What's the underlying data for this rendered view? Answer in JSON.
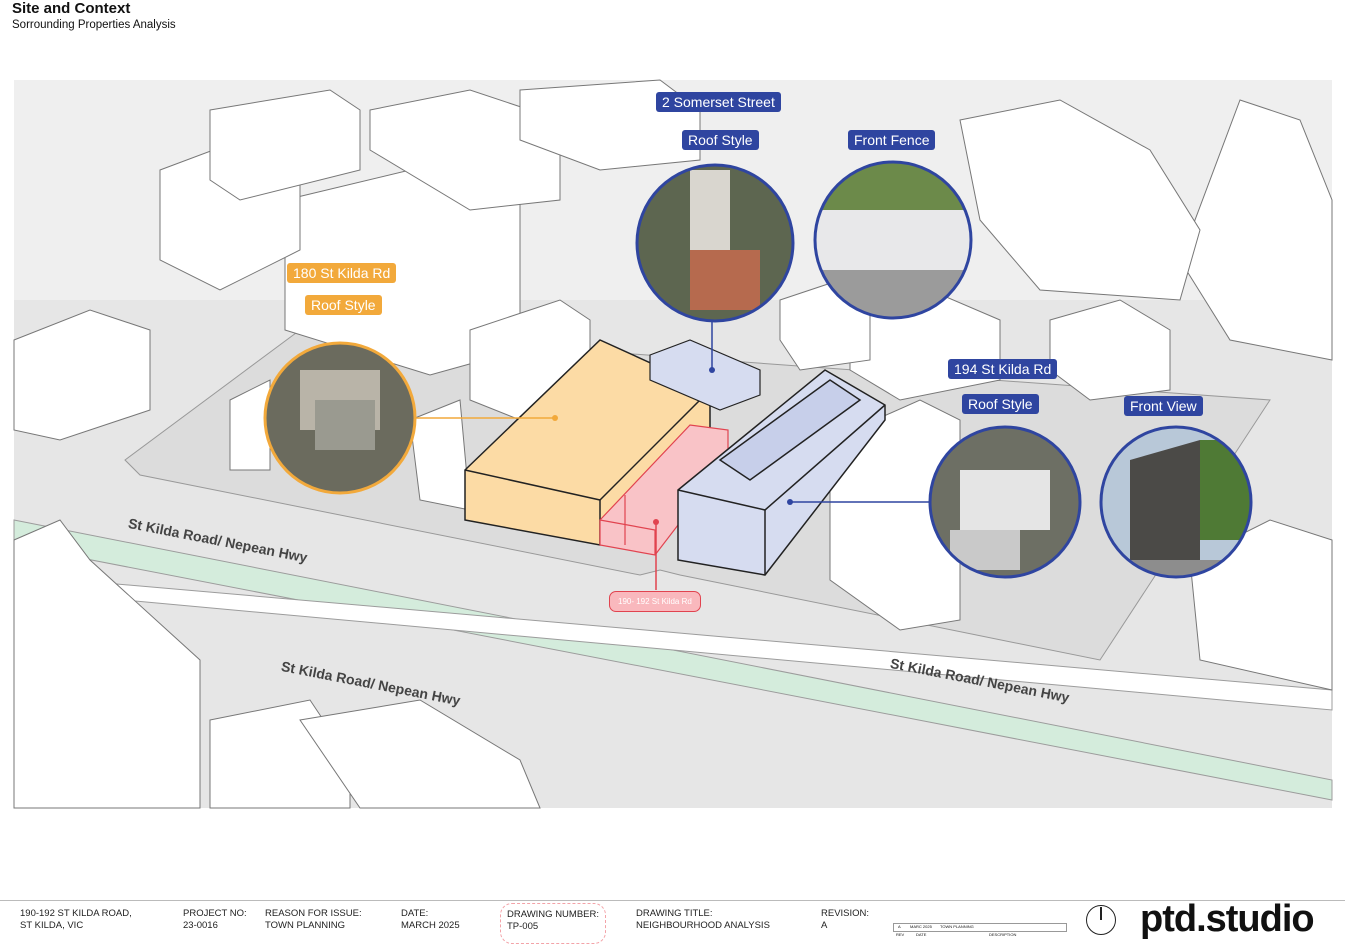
{
  "header": {
    "title": "Site and Context",
    "subtitle": "Sorrounding Properties Analysis"
  },
  "labels": {
    "somerset": "2 Somerset Street",
    "somerset_roof": "Roof Style",
    "somerset_fence": "Front Fence",
    "kilda180": "180 St Kilda Rd",
    "kilda180_roof": "Roof Style",
    "kilda194": "194 St Kilda Rd",
    "kilda194_roof": "Roof Style",
    "kilda194_front": "Front View",
    "site": "190- 192 St Kilda Rd"
  },
  "roads": [
    "St Kilda Road/ Nepean Hwy",
    "St Kilda Road/ Nepean Hwy",
    "St Kilda Road/ Nepean Hwy"
  ],
  "colors": {
    "blue": "#2f45a0",
    "orange": "#f2a93b",
    "red": "#e1434f",
    "green": "#d4ecdc"
  },
  "title_block": {
    "address": [
      "190-192 ST KILDA ROAD,",
      "ST KILDA, VIC"
    ],
    "project": [
      "PROJECT NO:",
      "23-0016"
    ],
    "reason": [
      "REASON FOR ISSUE:",
      "TOWN PLANNING"
    ],
    "date": [
      "DATE:",
      "MARCH 2025"
    ],
    "drawing_number": [
      "DRAWING NUMBER:",
      "TP-005"
    ],
    "drawing_title": [
      "DRAWING TITLE:",
      "NEIGHBOURHOOD ANALYSIS"
    ],
    "revision": [
      "REVISION:",
      "A"
    ],
    "rev_row": {
      "rev": "A",
      "date": "MARC 2025",
      "description": "TOWN PLANNING"
    },
    "rev_headers": [
      "REV",
      "DATE",
      "DESCRIPTION"
    ],
    "logo": "ptd.studio"
  }
}
